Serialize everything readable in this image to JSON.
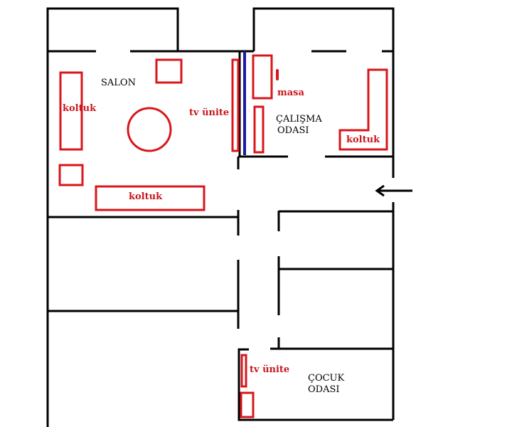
{
  "rooms": {
    "salon": "SALON",
    "calisma_line1": "ÇALIŞMA",
    "calisma_line2": "ODASI",
    "cocuk_line1": "ÇOCUK",
    "cocuk_line2": "ODASI"
  },
  "furniture": {
    "salon_koltuk_left": "koltuk",
    "salon_koltuk_bottom": "koltuk",
    "salon_tv_unite": "tv ünite",
    "calisma_masa": "masa",
    "calisma_koltuk": "koltuk",
    "cocuk_tv_unite": "tv ünite"
  },
  "colors": {
    "wall": "#000000",
    "furniture": "#d8161b",
    "partition": "#1a1aa0"
  }
}
